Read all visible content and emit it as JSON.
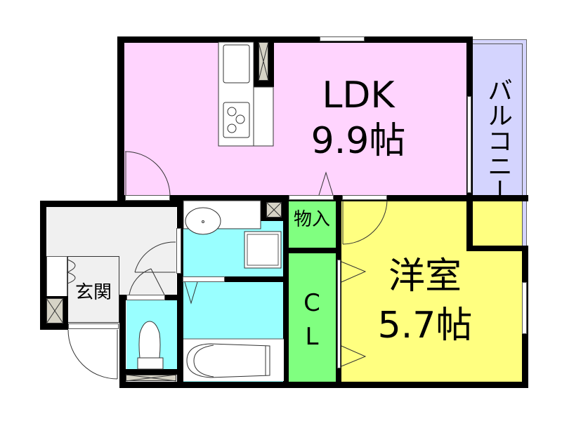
{
  "floor_plan": {
    "colors": {
      "ldk": "#ffd4fe",
      "bedroom": "#ffff80",
      "closet": "#80ff80",
      "wet_area": "#99ffff",
      "entrance": "#f0f0f0",
      "balcony": "#d4d4fe",
      "wall": "#000000",
      "shaft": "#d6d3c6"
    },
    "rooms": {
      "ldk": {
        "name": "LDK",
        "size": "9.9帖"
      },
      "bedroom": {
        "name": "洋室",
        "size": "5.7帖"
      },
      "balcony": {
        "name": "バルコニー"
      },
      "storage": {
        "name": "物入"
      },
      "closet": {
        "line1": "C",
        "line2": "L"
      },
      "entrance": {
        "name": "玄関"
      }
    }
  }
}
